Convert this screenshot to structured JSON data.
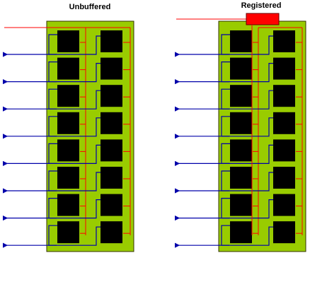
{
  "panels": [
    {
      "title": "Unbuffered",
      "register": false
    },
    {
      "title": "Registered",
      "register": true
    }
  ],
  "rows": 8,
  "colors": {
    "board": "#99cc00",
    "chip": "#000000",
    "register": "#ff0000",
    "data_line": "#0000aa",
    "clock_line": "#ff0000",
    "board_border": "#333300"
  }
}
